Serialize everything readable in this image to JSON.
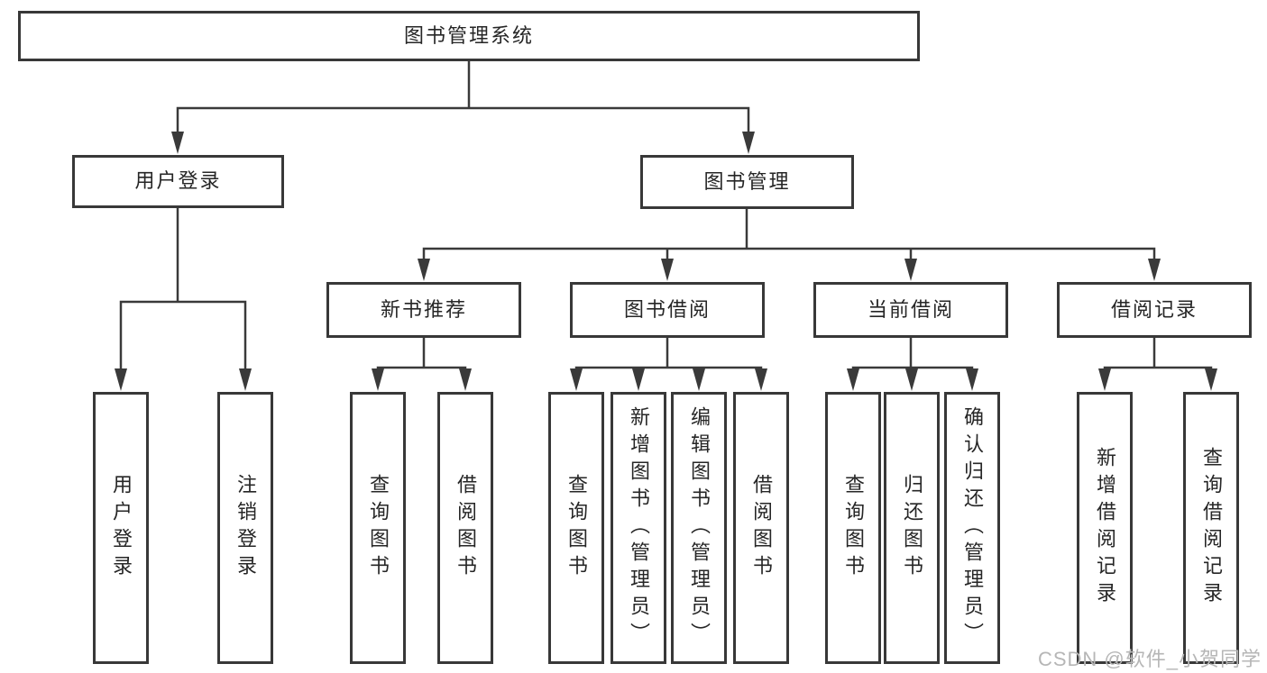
{
  "diagram": {
    "type": "hierarchy-tree",
    "root": {
      "label": "图书管理系统"
    },
    "branches": [
      {
        "label": "用户登录",
        "children": [
          {
            "label": "用户登录"
          },
          {
            "label": "注销登录"
          }
        ]
      },
      {
        "label": "图书管理",
        "children": [
          {
            "label": "新书推荐",
            "children": [
              {
                "label": "查询图书"
              },
              {
                "label": "借阅图书"
              }
            ]
          },
          {
            "label": "图书借阅",
            "children": [
              {
                "label": "查询图书"
              },
              {
                "label": "新增图书（管理员）"
              },
              {
                "label": "编辑图书（管理员）"
              },
              {
                "label": "借阅图书"
              }
            ]
          },
          {
            "label": "当前借阅",
            "children": [
              {
                "label": "查询图书"
              },
              {
                "label": "归还图书"
              },
              {
                "label": "确认归还（管理员）"
              }
            ]
          },
          {
            "label": "借阅记录",
            "children": [
              {
                "label": "新增借阅记录"
              },
              {
                "label": "查询借阅记录"
              }
            ]
          }
        ]
      }
    ]
  },
  "watermark": {
    "text": "CSDN @软件_小贺同学"
  },
  "colors": {
    "line": "#3a3a3a",
    "box_border": "#383838",
    "box_background": "#ffffff",
    "text": "#262626",
    "watermark": "#b6b6b6",
    "page_background": "#ffffff"
  }
}
